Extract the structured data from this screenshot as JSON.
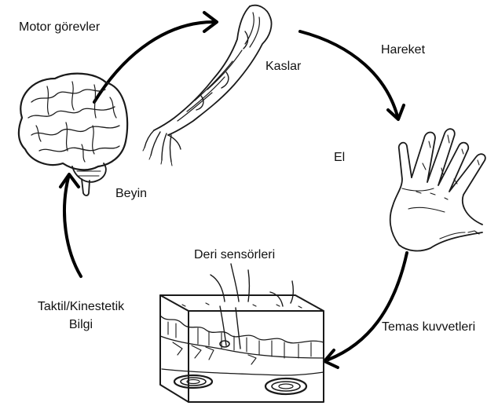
{
  "labels": {
    "motor": "Motor görevler",
    "muscles": "Kaslar",
    "movement": "Hareket",
    "hand": "El",
    "brain": "Beyin",
    "skin_sensors": "Deri sensörleri",
    "contact_forces": "Temas kuvvetleri",
    "feedback_line1": "Taktil/Kinestetik",
    "feedback_line2": "Bilgi"
  },
  "colors": {
    "ink": "#1a1a1a",
    "arrow": "#000000",
    "background": "#ffffff"
  }
}
